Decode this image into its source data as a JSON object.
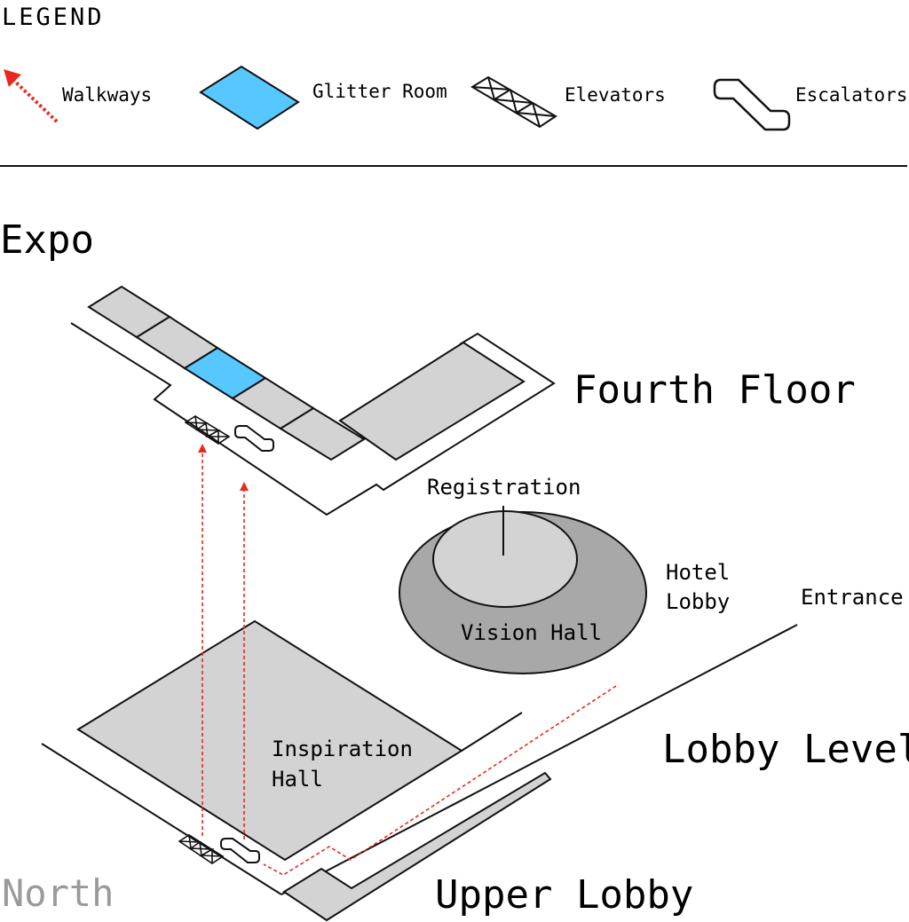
{
  "legend": {
    "title": "LEGEND",
    "items": [
      {
        "label": "Walkways",
        "icon": "walkway-arrow-icon"
      },
      {
        "label": "Glitter Room",
        "icon": "glitter-room-swatch-icon"
      },
      {
        "label": "Elevators",
        "icon": "elevator-icon"
      },
      {
        "label": "Escalators",
        "icon": "escalator-icon"
      }
    ]
  },
  "map": {
    "title": "Expo",
    "compass": "North",
    "levels": {
      "fourth_floor": "Fourth Floor",
      "lobby_level": "Lobby Level",
      "upper_lobby": "Upper Lobby"
    },
    "rooms": {
      "registration": "Registration",
      "vision_hall": "Vision Hall",
      "hotel_lobby_line1": "Hotel",
      "hotel_lobby_line2": "Lobby",
      "entrance": "Entrance",
      "inspiration_line1": "Inspiration",
      "inspiration_line2": "Hall"
    }
  },
  "colors": {
    "walkway": "#e8291c",
    "glitter_room": "#56c8ff",
    "room_fill": "#d3d3d3",
    "vision_hall_fill": "#a8a8a8",
    "north_text": "#9a9a9a",
    "outline": "#111111"
  }
}
